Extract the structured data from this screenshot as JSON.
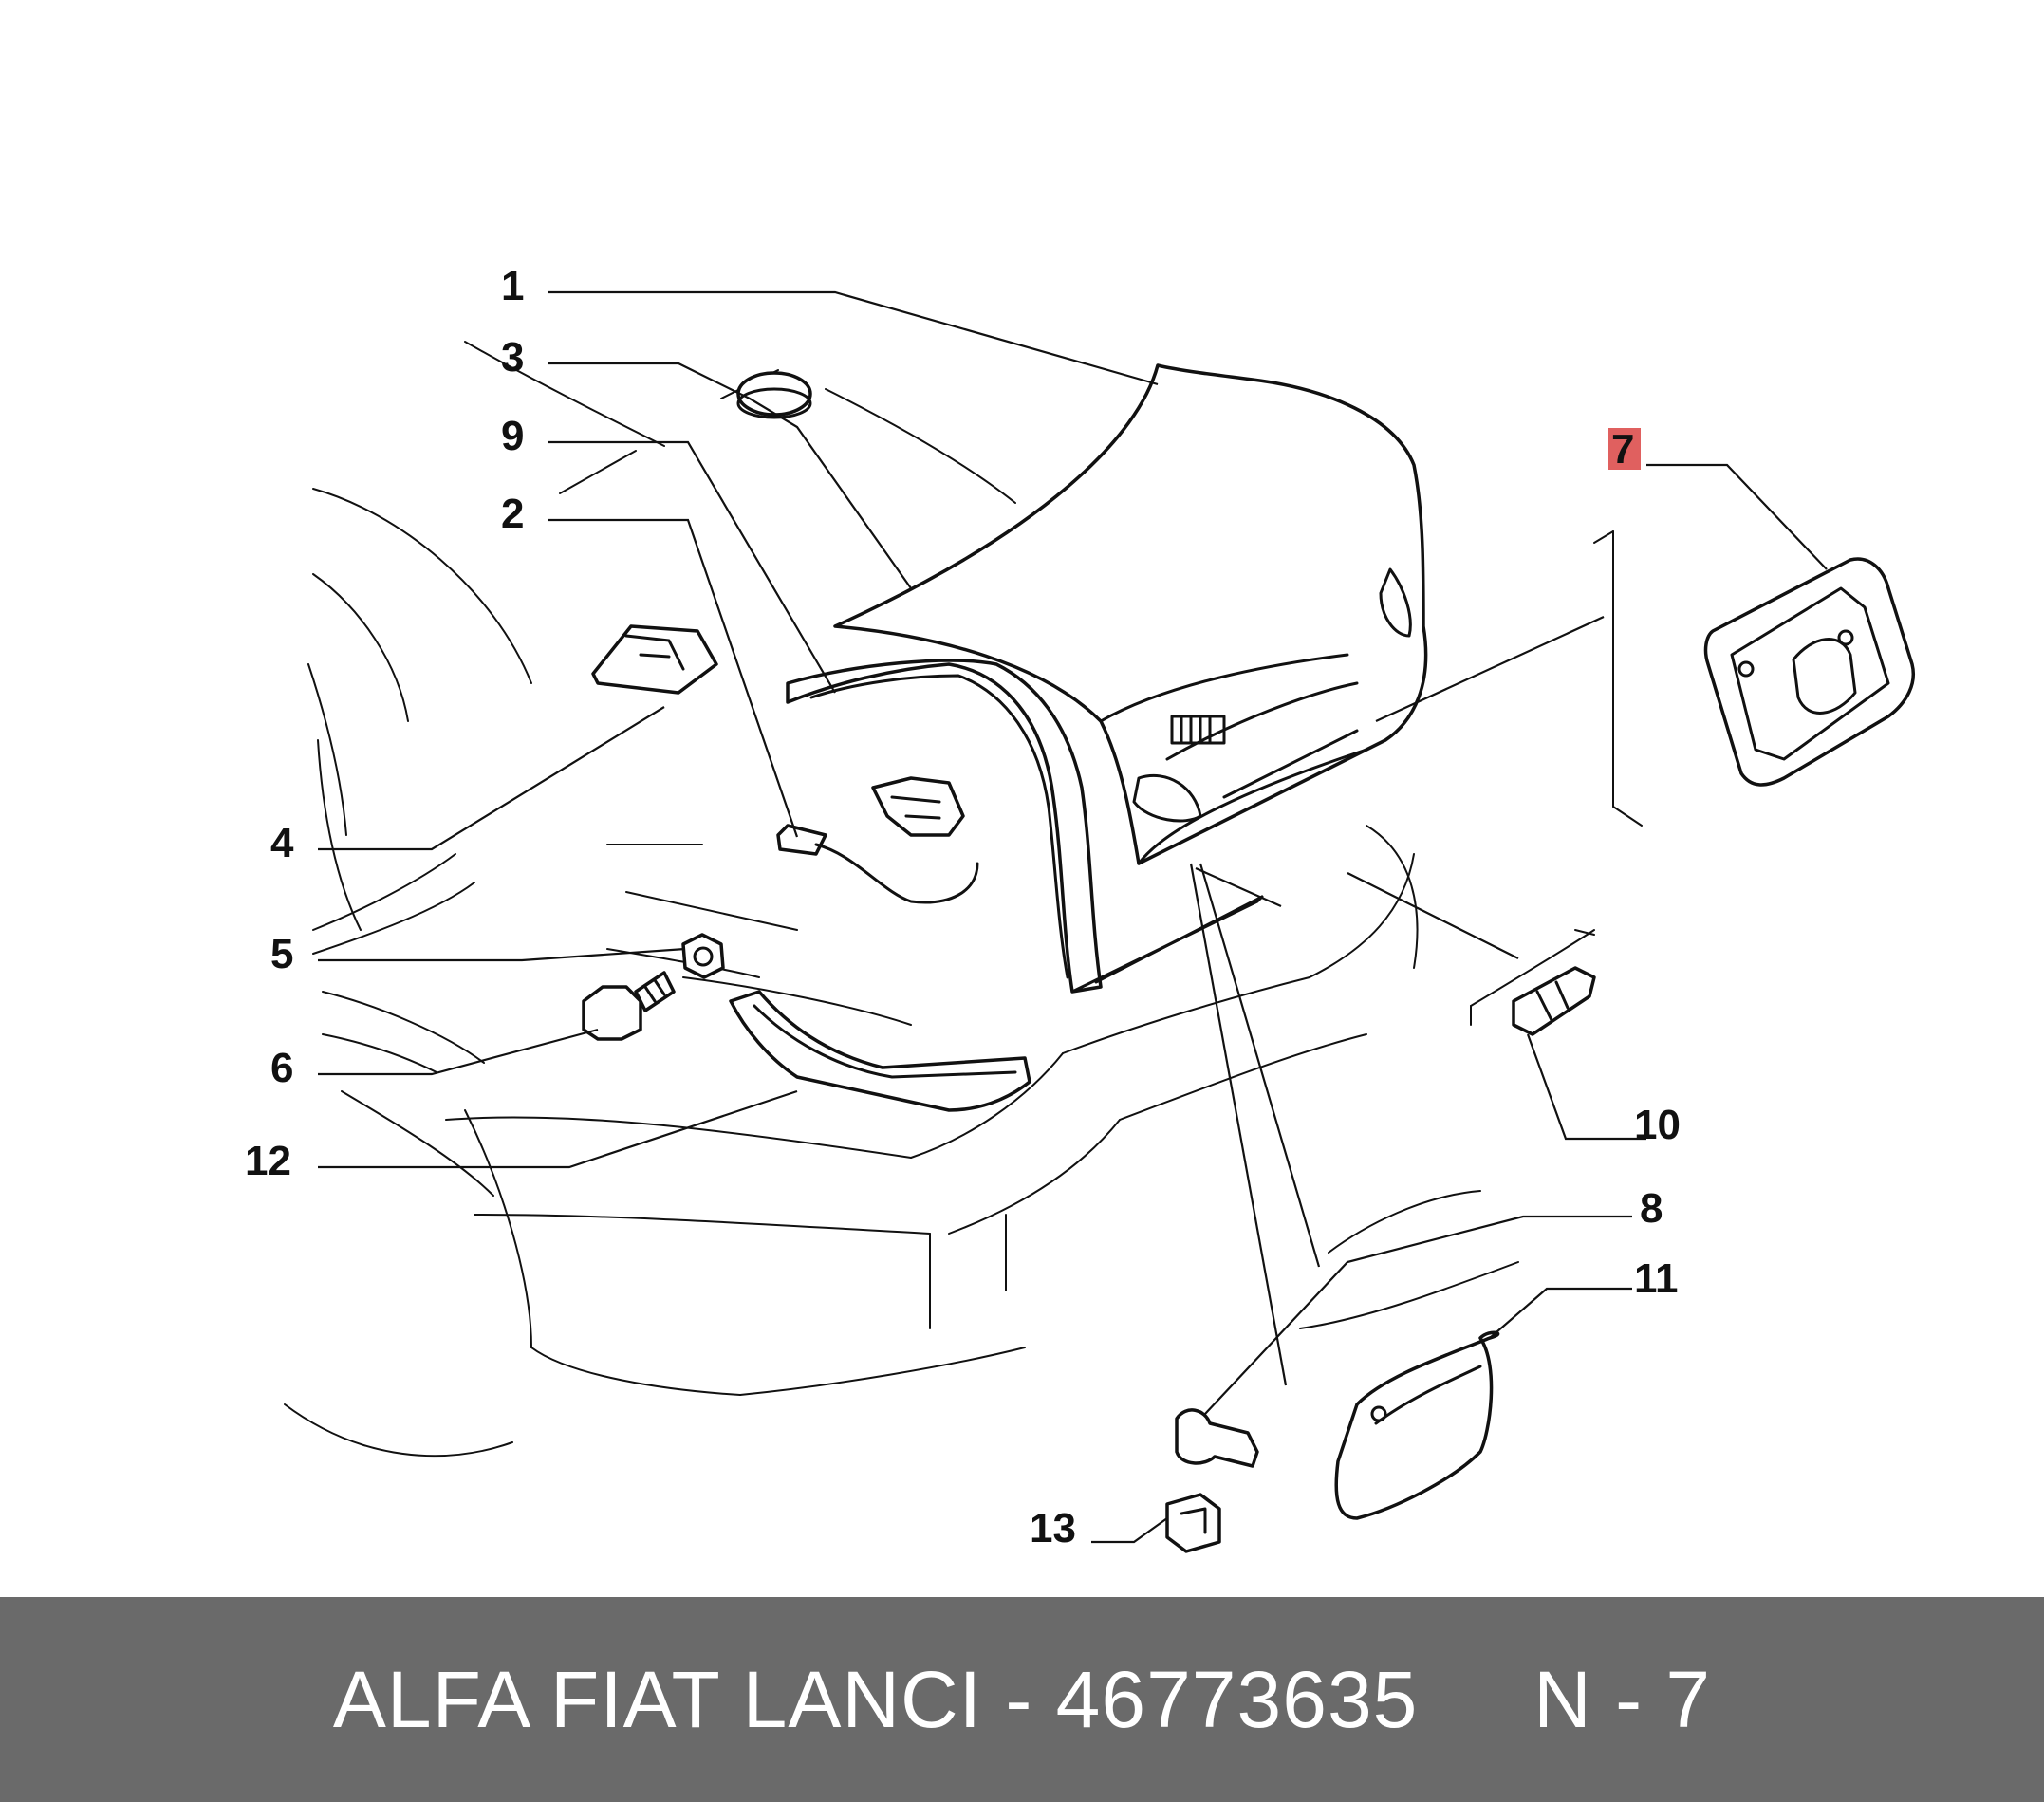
{
  "callouts": [
    {
      "id": "1",
      "label": "1"
    },
    {
      "id": "2",
      "label": "2"
    },
    {
      "id": "3",
      "label": "3"
    },
    {
      "id": "4",
      "label": "4"
    },
    {
      "id": "5",
      "label": "5"
    },
    {
      "id": "6",
      "label": "6"
    },
    {
      "id": "7",
      "label": "7",
      "highlighted": true
    },
    {
      "id": "8",
      "label": "8"
    },
    {
      "id": "9",
      "label": "9"
    },
    {
      "id": "10",
      "label": "10"
    },
    {
      "id": "11",
      "label": "11"
    },
    {
      "id": "12",
      "label": "12"
    },
    {
      "id": "13",
      "label": "13"
    }
  ],
  "highlight_color": "#e0605f",
  "footer": {
    "text": "ALFA FIAT LANCI - 46773635     N - 7",
    "background": "#6a6a6a",
    "color": "#ffffff"
  }
}
